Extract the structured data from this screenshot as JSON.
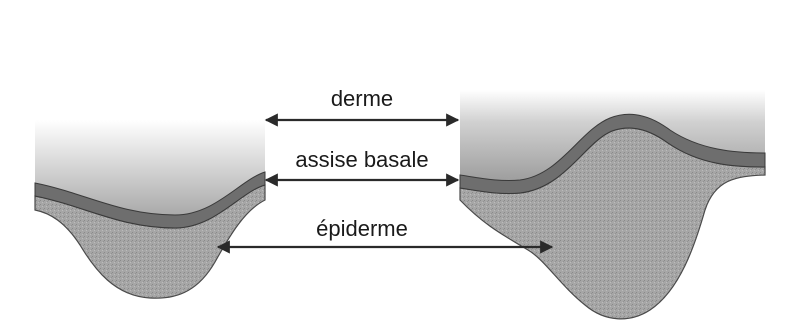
{
  "labels": {
    "derme": "derme",
    "assise_basale": "assise basale",
    "epiderme": "épiderme"
  },
  "colors": {
    "tissue_gray": "#9a9a9a",
    "basal_layer": "#6e6e6e",
    "arrow": "#2a2a2a",
    "outline": "#4a4a4a"
  }
}
